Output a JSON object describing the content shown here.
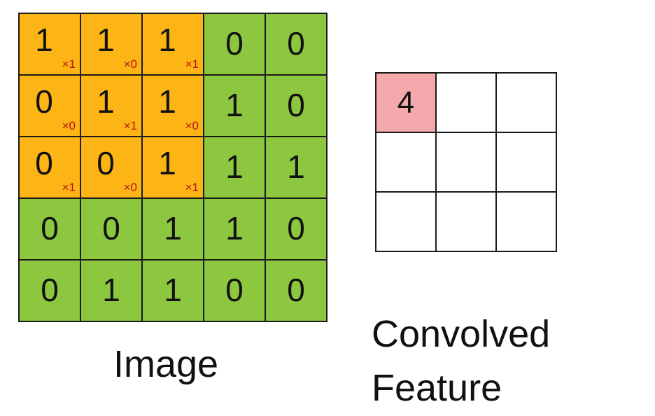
{
  "image": {
    "caption": "Image",
    "rows": [
      [
        {
          "v": "1",
          "w": "×1"
        },
        {
          "v": "1",
          "w": "×0"
        },
        {
          "v": "1",
          "w": "×1"
        },
        {
          "v": "0"
        },
        {
          "v": "0"
        }
      ],
      [
        {
          "v": "0",
          "w": "×0"
        },
        {
          "v": "1",
          "w": "×1"
        },
        {
          "v": "1",
          "w": "×0"
        },
        {
          "v": "1"
        },
        {
          "v": "0"
        }
      ],
      [
        {
          "v": "0",
          "w": "×1"
        },
        {
          "v": "0",
          "w": "×0"
        },
        {
          "v": "1",
          "w": "×1"
        },
        {
          "v": "1"
        },
        {
          "v": "1"
        }
      ],
      [
        {
          "v": "0"
        },
        {
          "v": "0"
        },
        {
          "v": "1"
        },
        {
          "v": "1"
        },
        {
          "v": "0"
        }
      ],
      [
        {
          "v": "0"
        },
        {
          "v": "1"
        },
        {
          "v": "1"
        },
        {
          "v": "0"
        },
        {
          "v": "0"
        }
      ]
    ]
  },
  "feature": {
    "caption_line1": "Convolved",
    "caption_line2": "Feature",
    "rows": [
      [
        "4",
        "",
        ""
      ],
      [
        "",
        "",
        ""
      ],
      [
        "",
        "",
        ""
      ]
    ]
  },
  "colors": {
    "kernel": "#fdb515",
    "image_cell": "#8dc63f",
    "weight_text": "#b5121b",
    "feature_filled": "#f4a9ad"
  }
}
